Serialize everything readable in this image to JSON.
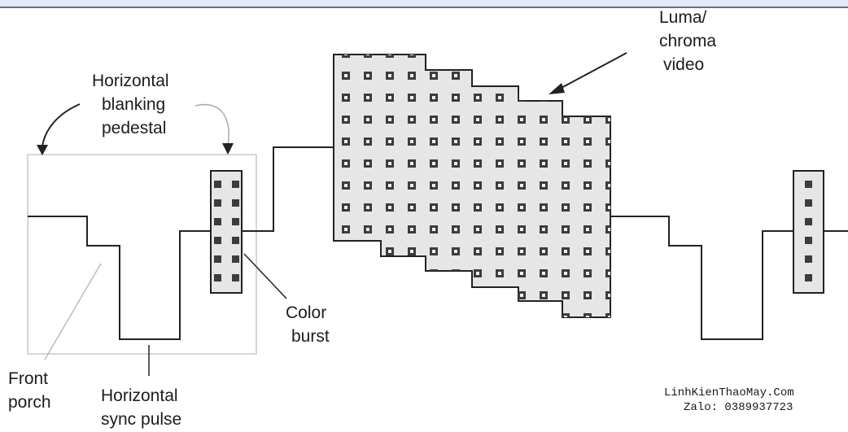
{
  "labels": {
    "luma_line1": "Luma/",
    "luma_line2": "chroma",
    "luma_line3": "video",
    "blanking_line1": "Horizontal",
    "blanking_line2": "blanking",
    "blanking_line3": "pedestal",
    "burst_line1": "Color",
    "burst_line2": "burst",
    "porch_line1": "Front",
    "porch_line2": "porch",
    "sync_line1": "Horizontal",
    "sync_line2": "sync pulse"
  },
  "watermark": {
    "line1": "LinhKienThaoMay.Com",
    "line2": "Zalo: 0389937723"
  },
  "colors": {
    "line": "#222222",
    "fill": "#e6e6e6",
    "dot": "#4a4a4a",
    "box": "#c8c8c8"
  }
}
